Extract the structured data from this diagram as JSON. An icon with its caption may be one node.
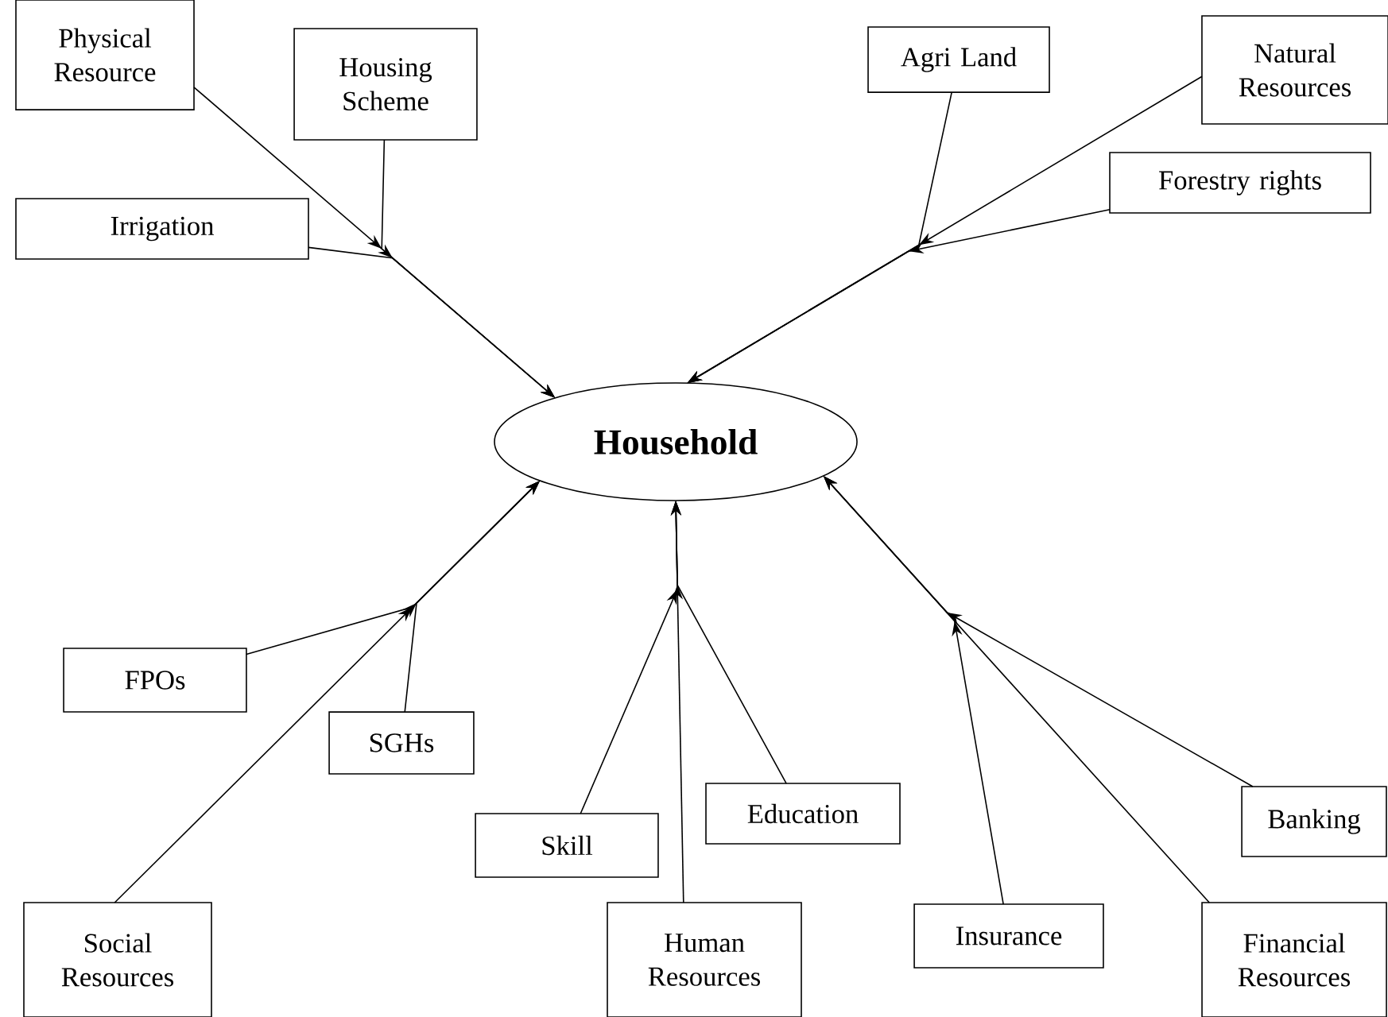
{
  "diagram": {
    "nodes": [
      {
        "text": [
          "Physical Resource"
        ]
      },
      {
        "text": [
          "Housing Scheme"
        ]
      },
      {
        "text": [
          "Irrigation"
        ]
      },
      {
        "text": [
          "Agri Land"
        ]
      },
      {
        "text": [
          "Natural Resources"
        ]
      },
      {
        "text": [
          "Forestry rights"
        ]
      },
      {
        "text": [
          "Household"
        ]
      },
      {
        "text": [
          "FPOs"
        ]
      },
      {
        "text": [
          "SGHs"
        ]
      },
      {
        "text": [
          "Skill"
        ]
      },
      {
        "text": [
          "Education"
        ]
      },
      {
        "text": [
          "Banking"
        ]
      },
      {
        "text": [
          "Social Resources"
        ]
      },
      {
        "text": [
          "Human Resources"
        ]
      },
      {
        "text": [
          "Insurance"
        ]
      },
      {
        "text": [
          "Financial Resources"
        ]
      }
    ],
    "edges": [
      {
        "from": 0,
        "to": 6,
        "arrow": "to"
      },
      {
        "from": 1,
        "to": 6,
        "arrow": "to"
      },
      {
        "from": 2,
        "to": 6,
        "arrow": "to"
      },
      {
        "from": 4,
        "to": 6,
        "arrow": "to"
      },
      {
        "from": 3,
        "to": 6,
        "arrow": "to"
      },
      {
        "from": 5,
        "to": 6,
        "arrow": "to"
      },
      {
        "from": 12,
        "to": 6,
        "arrow": "to"
      },
      {
        "from": 7,
        "to": 6,
        "arrow": "to"
      },
      {
        "from": 8,
        "to": 6,
        "arrow": "to"
      },
      {
        "from": 13,
        "to": 6,
        "arrow": "to"
      },
      {
        "from": 9,
        "to": 6,
        "arrow": "to"
      },
      {
        "from": 10,
        "to": 6,
        "arrow": "to"
      },
      {
        "from": 15,
        "to": 6,
        "arrow": "to"
      },
      {
        "from": 14,
        "to": 6,
        "arrow": "to"
      },
      {
        "from": 11,
        "to": 6,
        "arrow": "to"
      }
    ]
  }
}
